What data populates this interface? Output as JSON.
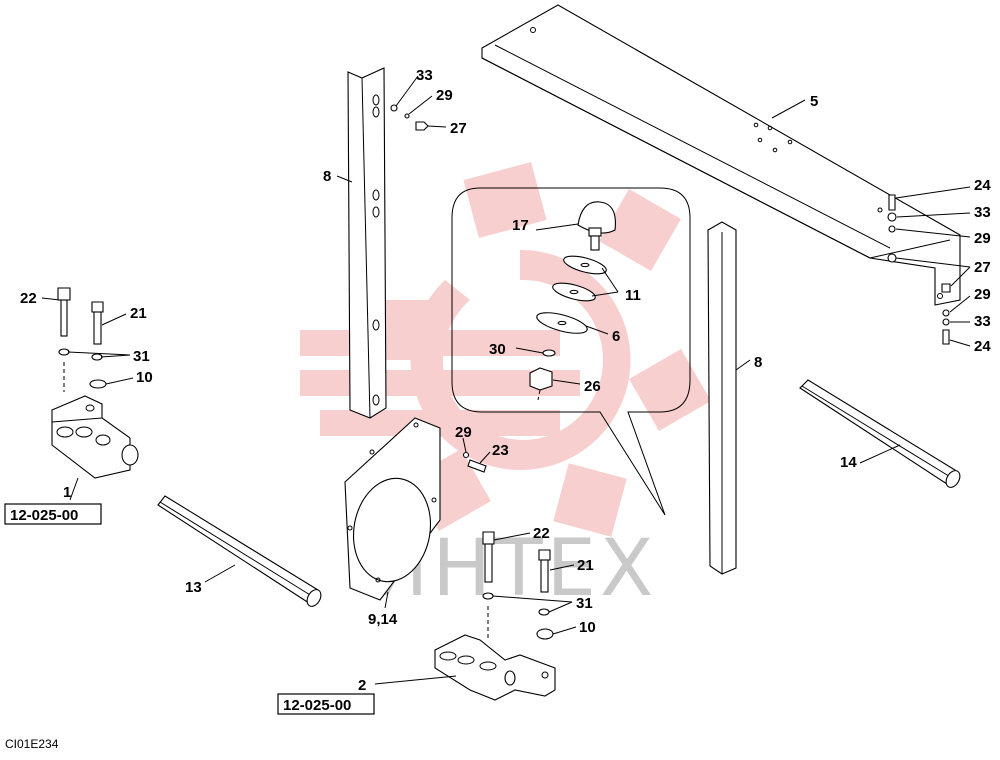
{
  "drawing_code": "CI01E234",
  "watermark_text": "ИНТЕХ",
  "callouts": {
    "c5": "5",
    "c8a": "8",
    "c8b": "8",
    "c33a": "33",
    "c29a": "29",
    "c27a": "27",
    "c17": "17",
    "c11": "11",
    "c6": "6",
    "c30": "30",
    "c26": "26",
    "c24a": "24",
    "c33b": "33",
    "c29b": "29",
    "c27b": "27",
    "c29c": "29",
    "c33c": "33",
    "c24b": "24",
    "c14a": "14",
    "c22a": "22",
    "c21a": "21",
    "c31a": "31",
    "c10a": "10",
    "c1": "1",
    "c13": "13",
    "c29d": "29",
    "c23": "23",
    "c914": "9,14",
    "c22b": "22",
    "c21b": "21",
    "c31b": "31",
    "c10b": "10",
    "c2": "2"
  },
  "references": {
    "ref1": "12-025-00",
    "ref2": "12-025-00"
  },
  "colors": {
    "watermark_red": "#f4a8a8",
    "line": "#000000"
  }
}
